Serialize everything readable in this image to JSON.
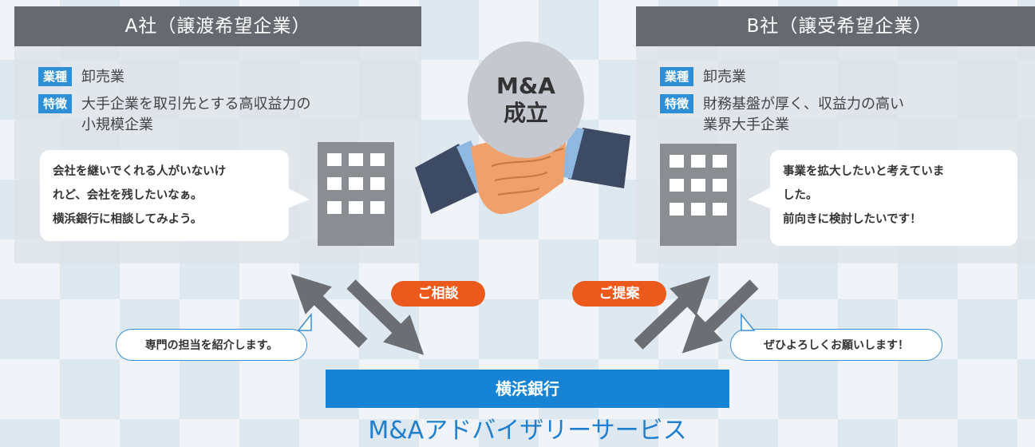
{
  "company_a": {
    "header": "A社（譲渡希望企業）",
    "industry_tag": "業種",
    "industry": "卸売業",
    "feature_tag": "特徴",
    "feature_line1": "大手企業を取引先とする高収益力の",
    "feature_line2": "小規模企業",
    "speech_line1": "会社を継いでくれる人がいないけ",
    "speech_line2": "れど、会社を残したいなぁ。",
    "speech_line3": "横浜銀行に相談してみよう。"
  },
  "company_b": {
    "header": "B社（譲受希望企業）",
    "industry_tag": "業種",
    "industry": "卸売業",
    "feature_tag": "特徴",
    "feature_line1": "財務基盤が厚く、収益力の高い",
    "feature_line2": "業界大手企業",
    "speech_line1": "事業を拡大したいと考えていま",
    "speech_line2": "した。",
    "speech_line3": "前向きに検討したいです！"
  },
  "center": {
    "line1": "M&A",
    "line2": "成立"
  },
  "labels": {
    "consult": "ご相談",
    "propose": "ご提案",
    "bank_reply": "専門の担当を紹介します。",
    "b_reply": "ぜひよろしくお願いします！"
  },
  "bank": "横浜銀行",
  "service": "M&Aアドバイザリーサービス",
  "colors": {
    "panel_header": "#666a70",
    "tag": "#2f8fd6",
    "pill": "#eb5a1c",
    "bank_bar": "#1683d4",
    "service_text": "#1f7fce",
    "arrow": "#6b6e73"
  }
}
